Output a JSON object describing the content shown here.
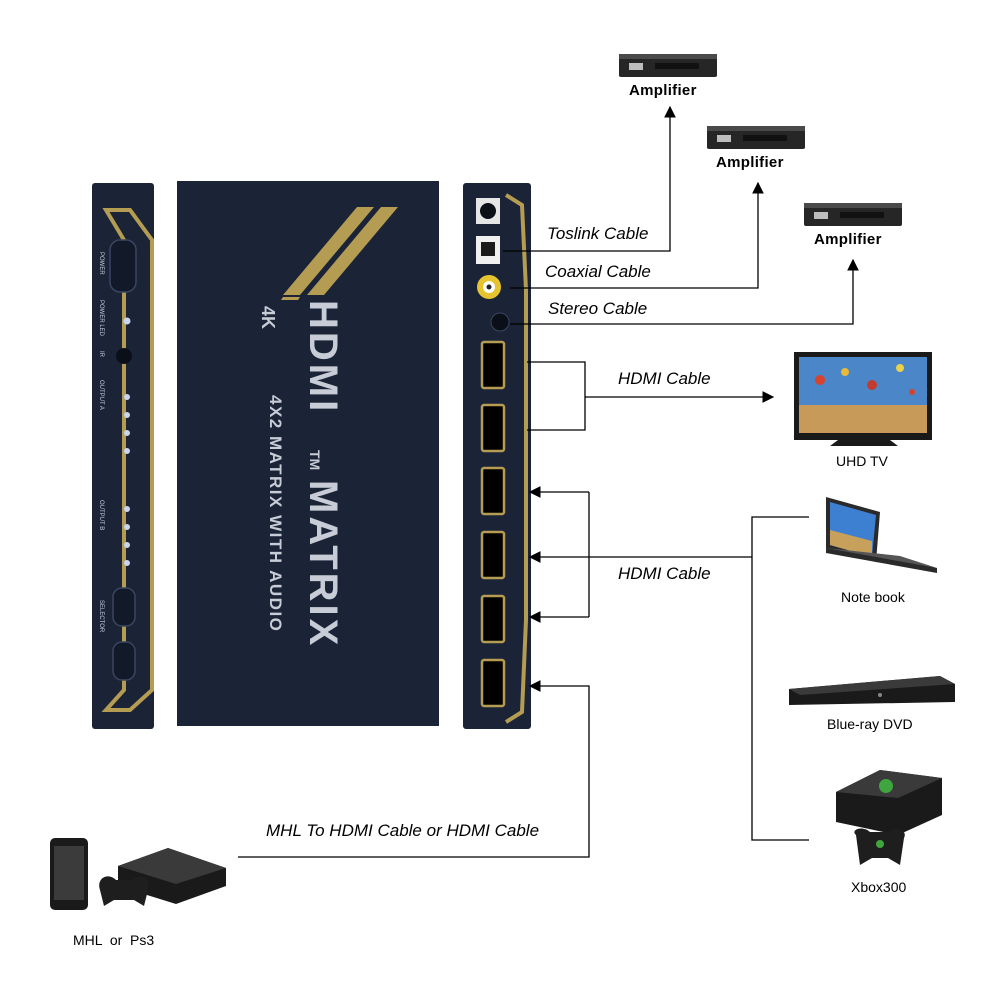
{
  "device": {
    "brand": "HDMI",
    "tm": "TM",
    "product": "MATRIX",
    "badge": "4K",
    "subtitle": "4X2 MATRIX WITH AUDIO",
    "side_labels": {
      "power": "POWER",
      "power_led": "POWER LED",
      "ir": "IR",
      "output_a": "OUTPUT A",
      "output_b": "OUTPUT B",
      "selector": "SELECTOR"
    }
  },
  "cables": {
    "toslink": "Toslink Cable",
    "coaxial": "Coaxial Cable",
    "stereo": "Stereo Cable",
    "hdmi_out": "HDMI Cable",
    "hdmi_in": "HDMI Cable",
    "mhl": "MHL To HDMI Cable or HDMI Cable"
  },
  "devices": {
    "amplifier_1": "Amplifier",
    "amplifier_2": "Amplifier",
    "amplifier_3": "Amplifier",
    "uhd_tv": "UHD TV",
    "notebook": "Note book",
    "bluray": "Blue-ray DVD",
    "xbox": "Xbox300",
    "mhl_ps3": "MHL  or  Ps3"
  },
  "colors": {
    "housing": "#1b2437",
    "gold": "#b49c52",
    "line": "#000000"
  }
}
